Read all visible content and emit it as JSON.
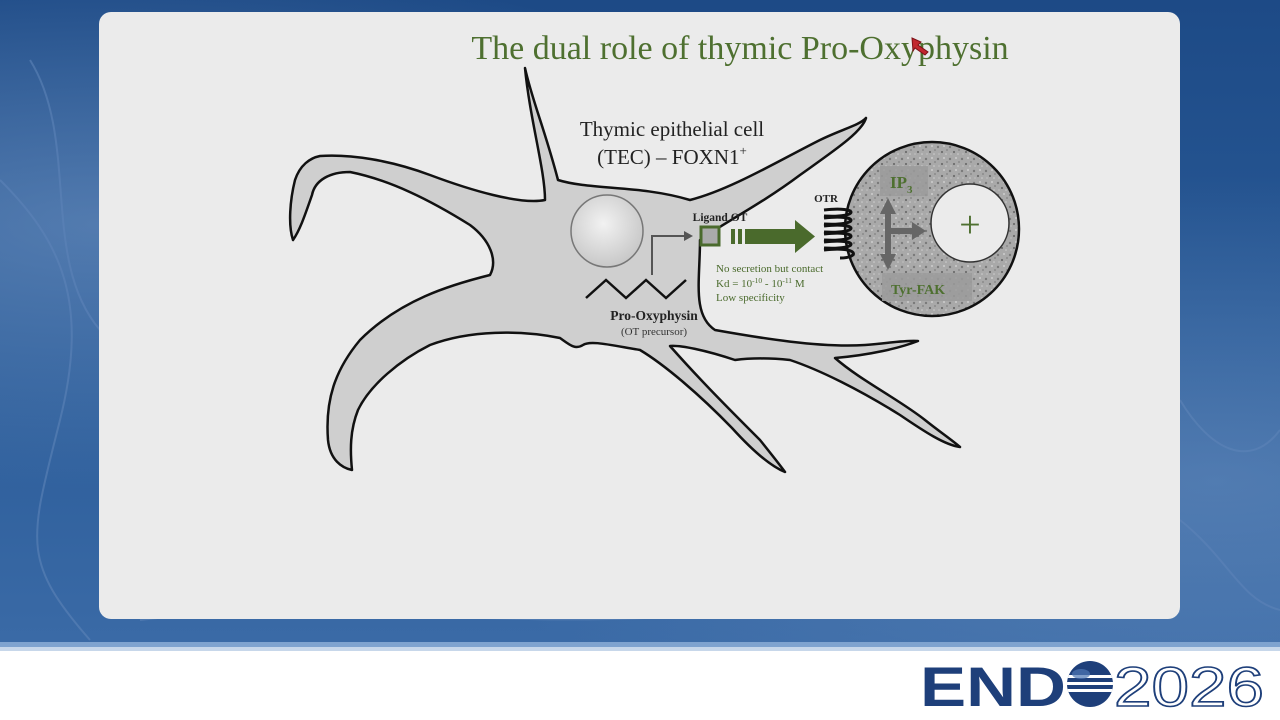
{
  "slide": {
    "title": "The dual role of thymic Pro-Oxyphysin"
  },
  "diagram": {
    "cell_label_line1": "Thymic epithelial cell",
    "cell_label_line2": "(TEC) – FOXN1",
    "cell_label_sup": "+",
    "ligand_label": "Ligand OT",
    "receptor_label": "OTR",
    "second_messenger": "IP",
    "second_messenger_sub": "3",
    "kinase_label": "Tyr-FAK",
    "plus_sign": "+",
    "note_line1": "No secretion but contact",
    "note_kd_prefix": "Kd = 10",
    "note_kd_exp1": "-10",
    "note_kd_mid": " - 10",
    "note_kd_exp2": "-11",
    "note_kd_suffix": " M",
    "note_line3": "Low specificity",
    "gene_label": "Pro-Oxyphysin",
    "gene_sublabel": "(OT precursor)"
  },
  "colors": {
    "title": "#4e7030",
    "arrow": "#4a6a2c",
    "cell_fill": "#cfcfcf",
    "slide_bg": "#ebebeb",
    "brand": "#1e3f7a"
  },
  "icons": [
    "pointer-cursor-icon",
    "gene-zigzag-icon",
    "promoter-arrow-icon",
    "receptor-coil-icon"
  ],
  "branding": {
    "logo_text": "END",
    "logo_year": "2026"
  }
}
